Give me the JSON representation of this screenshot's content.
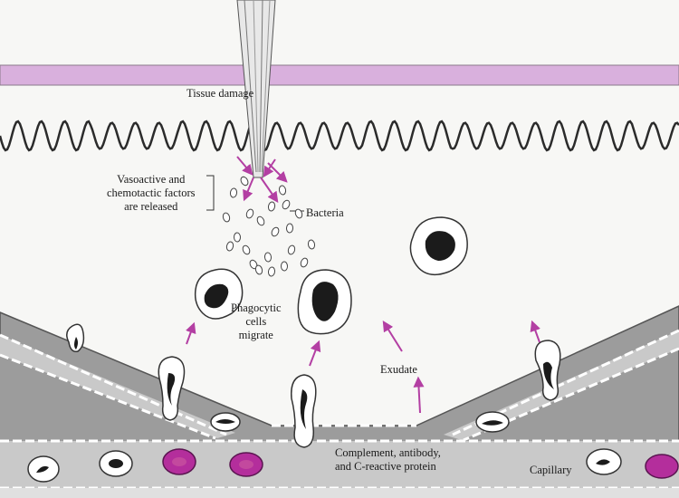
{
  "labels": {
    "tissue_damage": "Tissue damage",
    "factors": [
      "Vasoactive and",
      "chemotactic factors",
      "are released"
    ],
    "bacteria": "Bacteria",
    "phagocytic": [
      "Phagocytic",
      "cells",
      "migrate"
    ],
    "exudate": "Exudate",
    "complement": [
      "Complement, antibody,",
      "and C-reactive protein"
    ],
    "capillary": "Capillary"
  },
  "colors": {
    "skin_layer": "#d9b0dd",
    "vessel_wall": "#9c9c9c",
    "lumen": "#c9c9c9",
    "red_blood_cell": "#b42e9c",
    "arrows": "#b33fa3",
    "nucleus": "#1b1b1b"
  }
}
